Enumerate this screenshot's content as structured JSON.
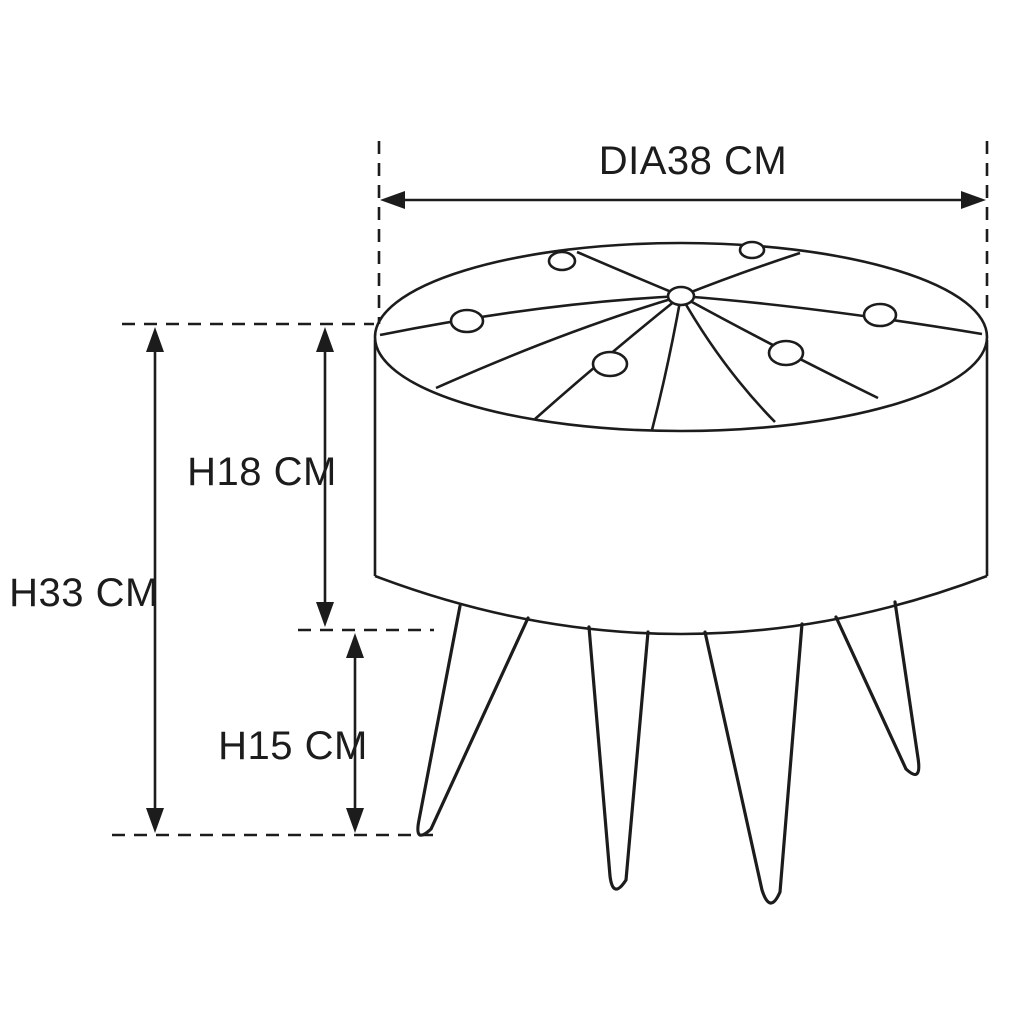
{
  "diagram": {
    "subject": "Round tufted footstool with hairpin legs - dimension drawing",
    "labels": {
      "diameter": "DIA38 CM",
      "total_height": "H33 CM",
      "body_height": "H18 CM",
      "leg_height": "H15 CM"
    },
    "colors": {
      "line": "#1c1c1c",
      "background": "#ffffff"
    }
  }
}
